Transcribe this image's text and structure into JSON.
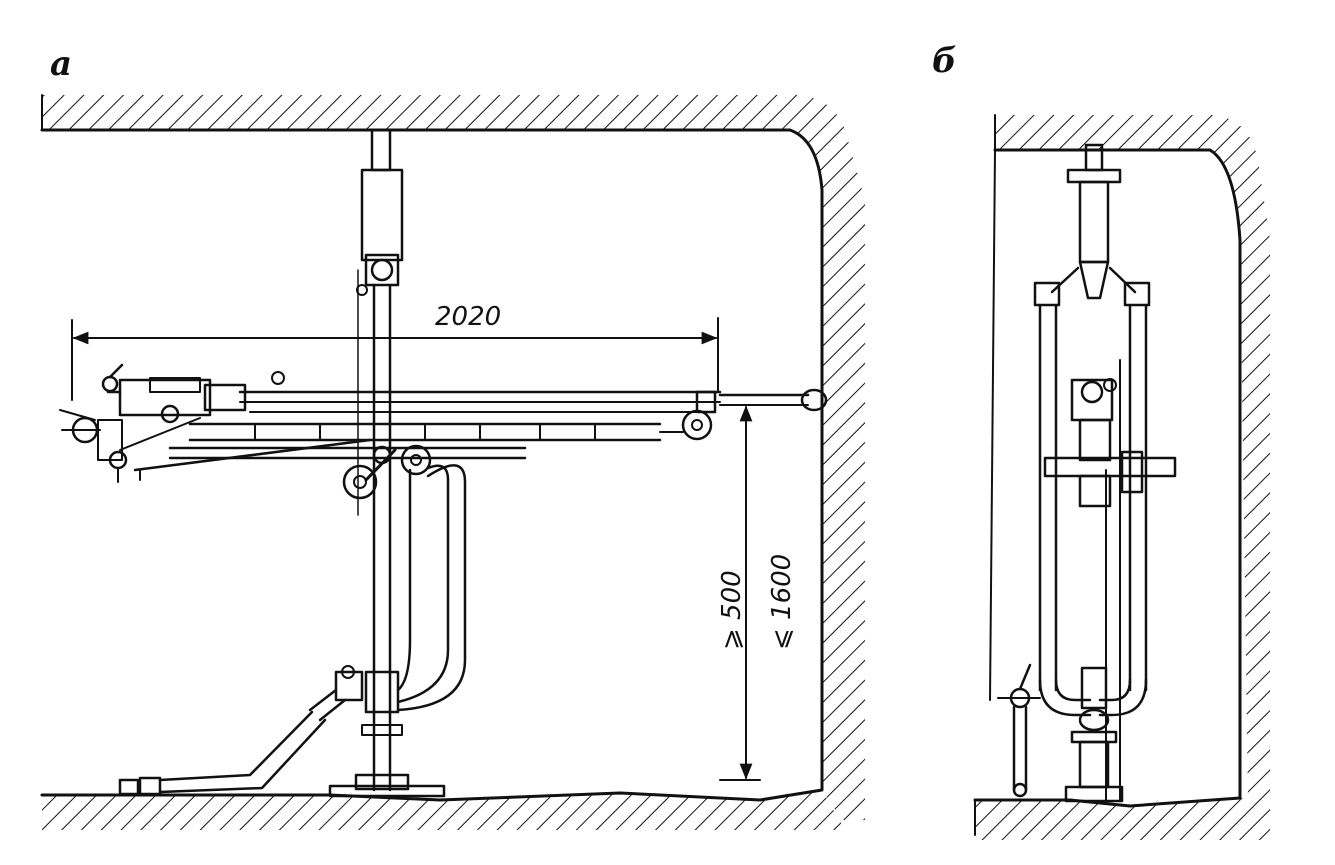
{
  "panels": {
    "a": {
      "label": "а"
    },
    "b": {
      "label": "б"
    }
  },
  "dimensions": {
    "width": "2020",
    "height_min": "⩾ 500",
    "height_max": "⩽ 1600"
  },
  "colors": {
    "ink": "#111111",
    "paper": "#ffffff"
  }
}
